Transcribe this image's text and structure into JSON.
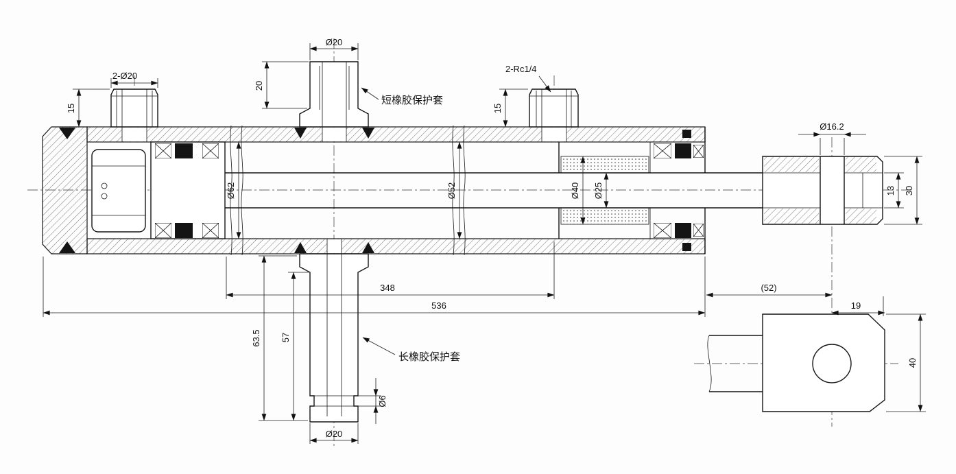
{
  "drawing": {
    "notes": {
      "short_sleeve": "短橡胶保护套",
      "long_sleeve": "长橡胶保护套"
    },
    "dims": {
      "two_d20": "2-Ø20",
      "fifteen_left": "15",
      "d20_top": "Ø20",
      "twenty": "20",
      "two_rc": "2-Rc1/4",
      "fifteen_right": "15",
      "d16_2": "Ø16.2",
      "thirteen": "13",
      "thirty": "30",
      "d62": "Ø62",
      "d52": "Ø52",
      "d40": "Ø40",
      "d25": "Ø25",
      "len_348": "348",
      "len_536": "536",
      "len_52": "(52)",
      "len_19": "19",
      "h63_5": "63.5",
      "h57": "57",
      "d6": "Ø6",
      "d20_bottom": "Ø20",
      "w40": "40"
    }
  }
}
